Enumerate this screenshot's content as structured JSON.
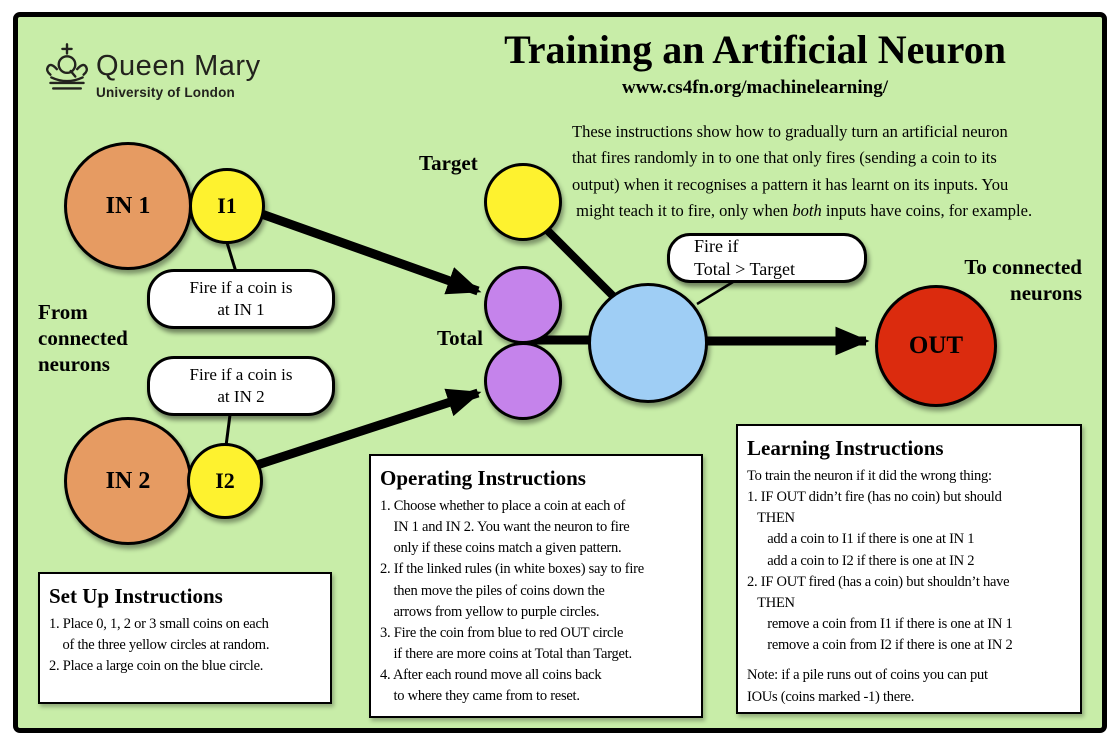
{
  "colors": {
    "canvas": "#c8eda8",
    "input": "#e69b62",
    "yellow": "#fef22f",
    "purple": "#c583eb",
    "blue": "#9fcef5",
    "output": "#db2b0e"
  },
  "logo": {
    "name": "Queen Mary",
    "subtitle": "University of London"
  },
  "header": {
    "title": "Training an Artificial Neuron",
    "url": "www.cs4fn.org/machinelearning/"
  },
  "intro": {
    "part1": "These instructions show how to gradually turn an artificial neuron\nthat fires randomly in to one that only fires (sending a coin to its\noutput) when it recognises a pattern it has learnt on its inputs. You\n might teach it to fire, only when ",
    "emphasis": "both",
    "part2": " inputs have coins, for example."
  },
  "diagram": {
    "from_label": "From connected neurons",
    "to_label": "To connected neurons",
    "target_label": "Target",
    "total_label": "Total",
    "nodes": {
      "in1": "IN 1",
      "i1": "I1",
      "in2": "IN 2",
      "i2": "I2",
      "out": "OUT"
    },
    "rules": {
      "rule_in1": "Fire if a coin is\nat IN 1",
      "rule_in2": "Fire if a coin is\nat IN 2",
      "rule_fire": "Fire if\nTotal > Target"
    }
  },
  "boxes": {
    "setup": {
      "title": "Set Up Instructions",
      "body": "1. Place 0, 1, 2 or 3 small coins on each\n    of the three yellow circles at random.\n2. Place a large coin on the blue circle."
    },
    "operating": {
      "title": "Operating Instructions",
      "body": "1. Choose whether to place a coin at each of\n    IN 1 and IN 2. You want the neuron to fire\n    only if these coins match a given pattern.\n2. If the linked rules (in white boxes) say to fire\n    then move the piles of coins down the\n    arrows from yellow to purple circles.\n3. Fire the coin from blue to red OUT circle\n    if there are more coins at Total than Target.\n4. After each round move all coins back\n    to where they came from to reset."
    },
    "learning": {
      "title": "Learning Instructions",
      "body": "To train the neuron if it did the wrong thing:\n1. IF OUT didn’t fire (has no coin) but should\n   THEN\n      add a coin to I1 if there is one at IN 1\n      add a coin to I2 if there is one at IN 2\n2. IF OUT fired (has a coin) but shouldn’t have\n   THEN\n      remove a coin from I1 if there is one at IN 1\n      remove a coin from I2 if there is one at IN 2",
      "note": "Note: if a pile runs out of coins you can put\nIOUs (coins marked -1) there."
    }
  }
}
